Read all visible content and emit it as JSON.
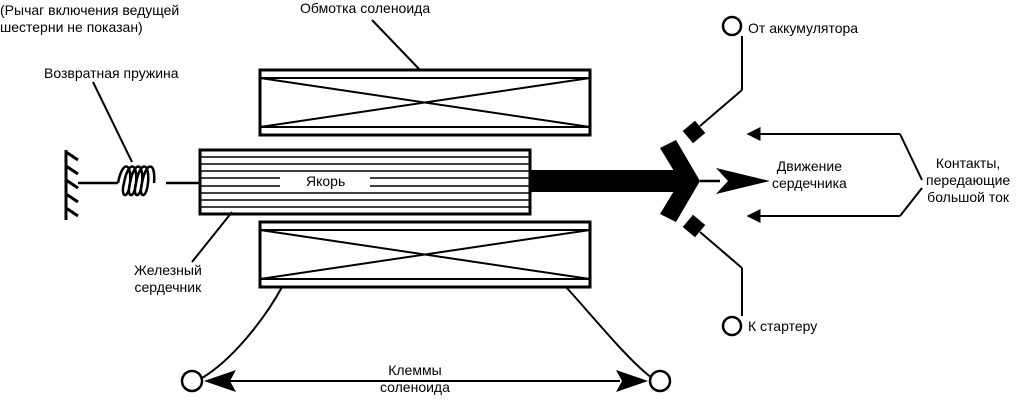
{
  "labels": {
    "note": [
      "(Рычаг включения ведущей",
      "шестерни не показан)"
    ],
    "winding": "Обмотка соленоида",
    "return_spring": "Возвратная пружина",
    "from_battery": "От аккумулятора",
    "armature": "Якорь",
    "core_motion": [
      "Движение",
      "сердечника"
    ],
    "contacts": [
      "Контакты,",
      "передающие",
      "большой ток"
    ],
    "iron_core": [
      "Железный",
      "сердечник"
    ],
    "to_starter": "К стартеру",
    "terminals": [
      "Клеммы",
      "соленоида"
    ]
  },
  "colors": {
    "ink": "#000000",
    "paper": "#ffffff"
  }
}
